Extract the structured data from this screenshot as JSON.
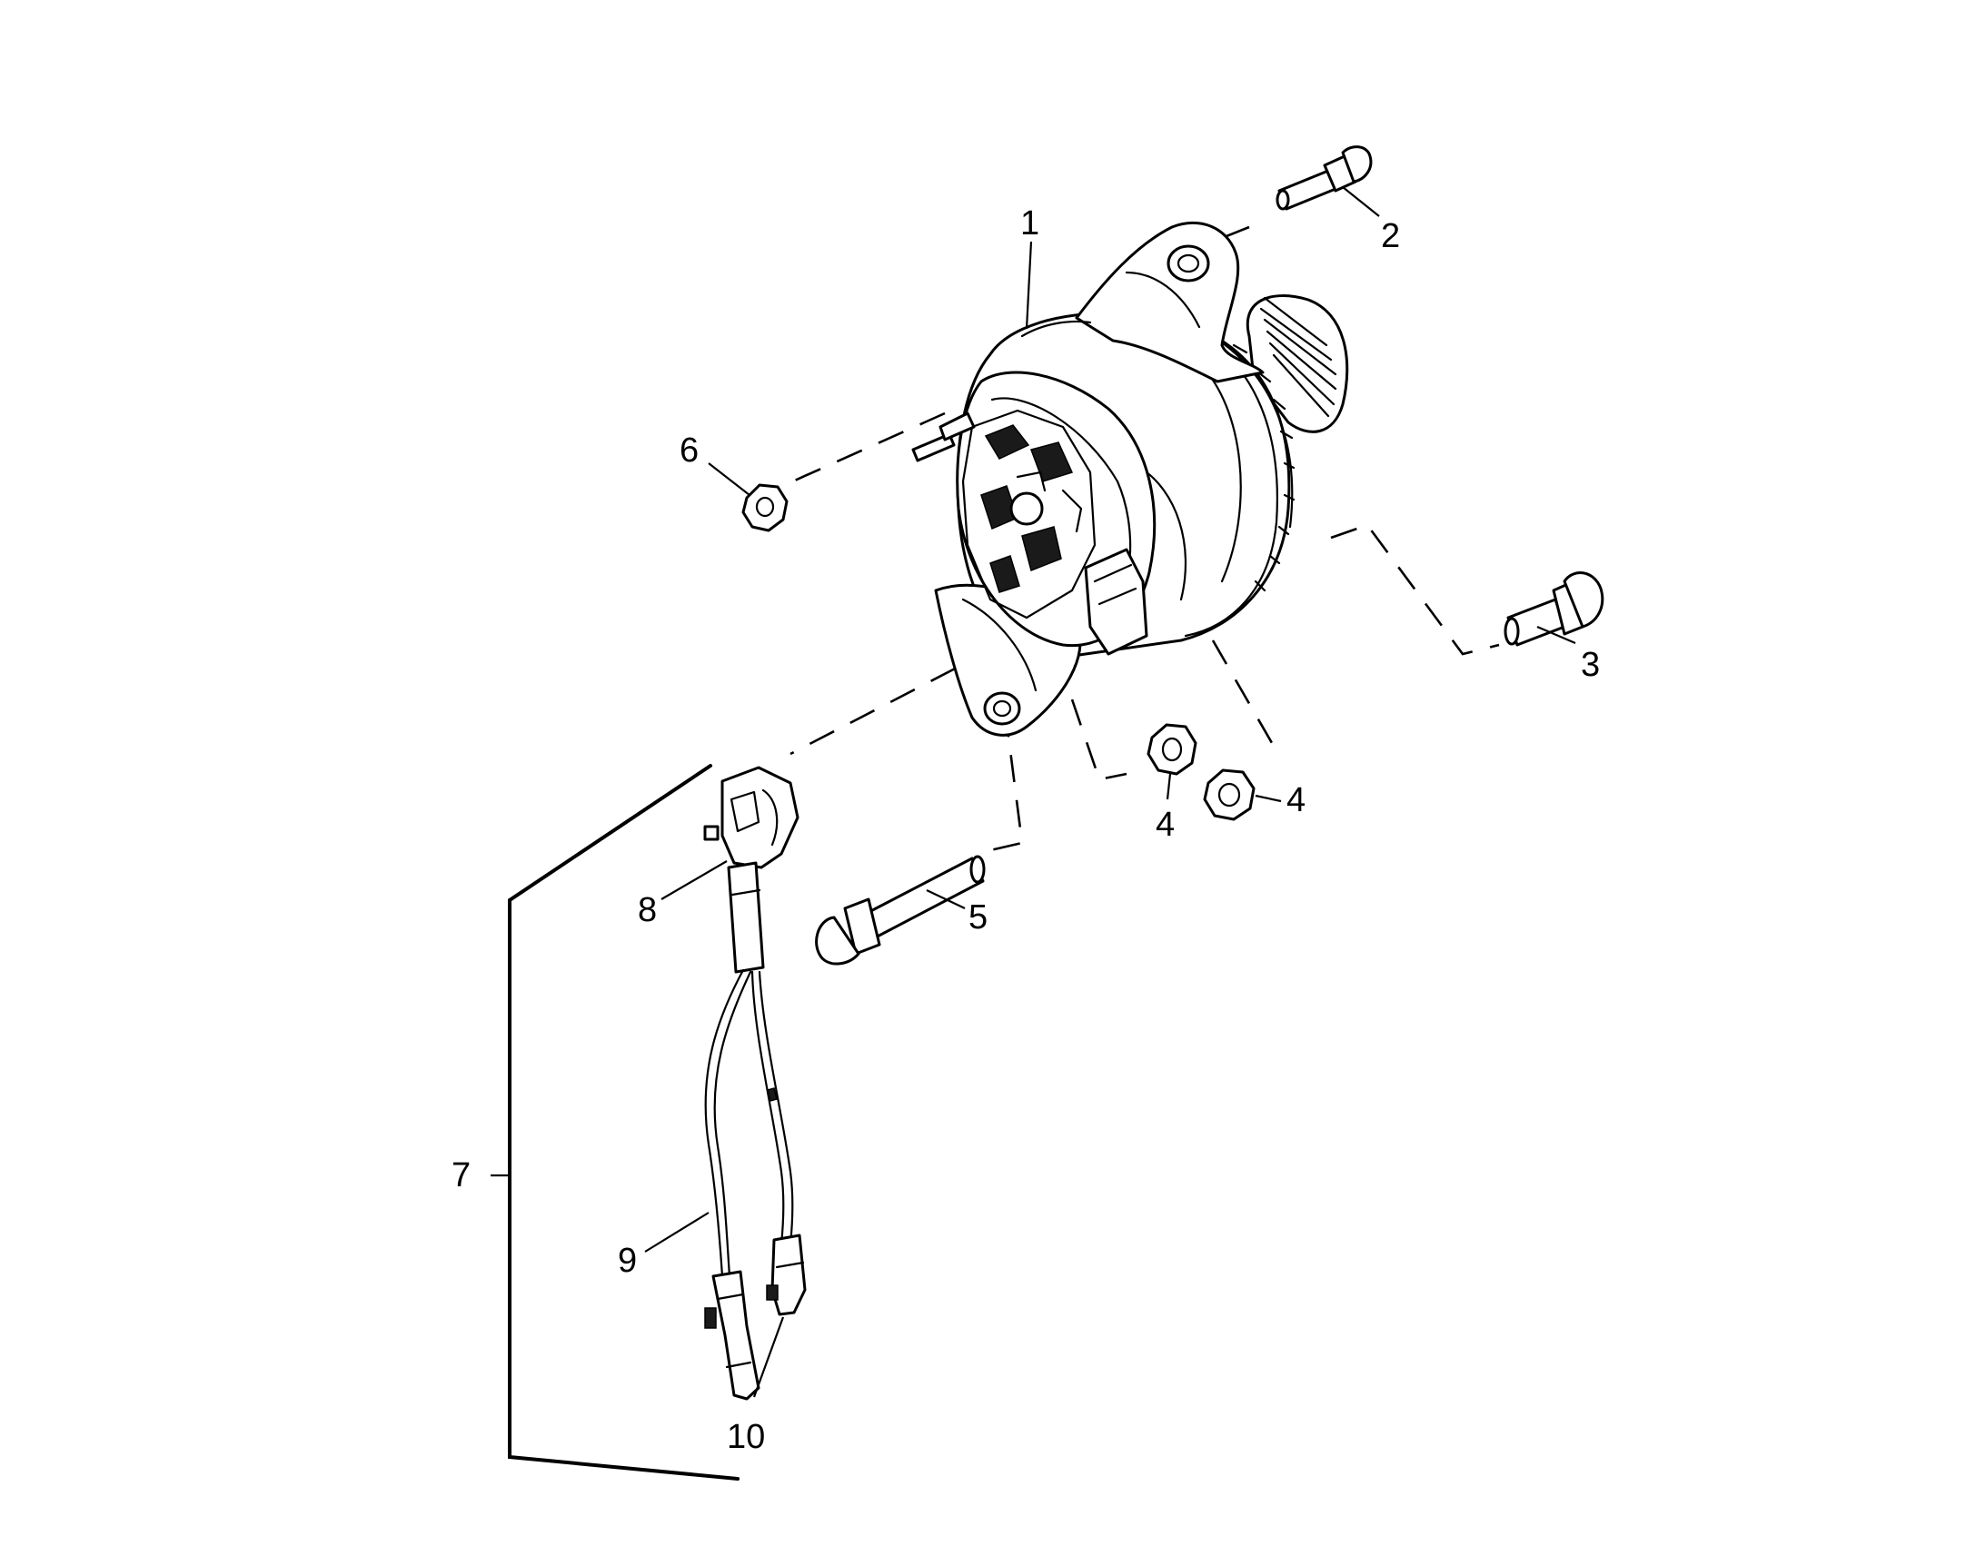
{
  "callouts": [
    {
      "id": "1",
      "text": "1"
    },
    {
      "id": "2",
      "text": "2"
    },
    {
      "id": "3",
      "text": "3"
    },
    {
      "id": "4a",
      "text": "4"
    },
    {
      "id": "4b",
      "text": "4"
    },
    {
      "id": "5",
      "text": "5"
    },
    {
      "id": "6",
      "text": "6"
    },
    {
      "id": "7",
      "text": "7"
    },
    {
      "id": "8",
      "text": "8"
    },
    {
      "id": "9",
      "text": "9"
    },
    {
      "id": "10",
      "text": "10"
    }
  ],
  "colors": {
    "line": "#000000",
    "background": "#ffffff"
  }
}
